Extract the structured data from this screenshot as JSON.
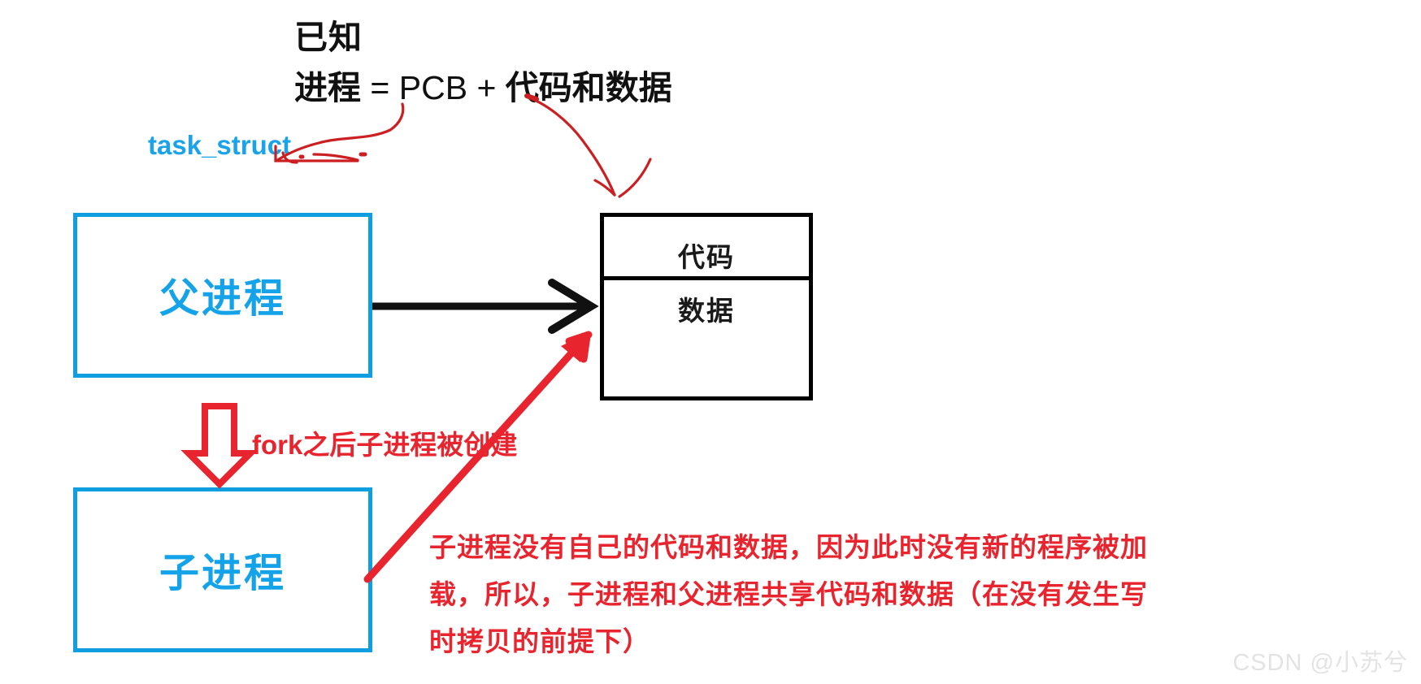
{
  "heading": {
    "known_label": "已知",
    "formula_left": "进程",
    "formula_eq": " = ",
    "formula_pcb": "PCB",
    "formula_plus": " + ",
    "formula_right": "代码和数据"
  },
  "annotations": {
    "task_struct_label": "task_struct",
    "fork_label": "fork之后子进程被创建"
  },
  "boxes": {
    "parent_process": "父进程",
    "child_process": "子进程",
    "code_row": "代码",
    "data_row": "数据"
  },
  "explanation": {
    "line1": "子进程没有自己的代码和数据，因为此时没有新的程序被加",
    "line2": "载，所以，子进程和父进程共享代码和数据（在没有发生写",
    "line3": "时拷贝的前提下）"
  },
  "watermark": {
    "text": "CSDN @小苏兮"
  },
  "colors": {
    "blue": "#14a3e8",
    "red": "#e8252e",
    "black": "#000000",
    "annotation_red": "#cc1f22",
    "watermark_gray": "#e3e3e3",
    "background": "#ffffff"
  },
  "icons": {
    "flow_arrow": "right-arrow-icon",
    "fork_arrow": "down-block-arrow-icon",
    "share_arrow": "diagonal-arrow-icon",
    "pcb_pointer": "curved-pointer-icon",
    "codedata_pointer": "curved-pointer-icon"
  }
}
